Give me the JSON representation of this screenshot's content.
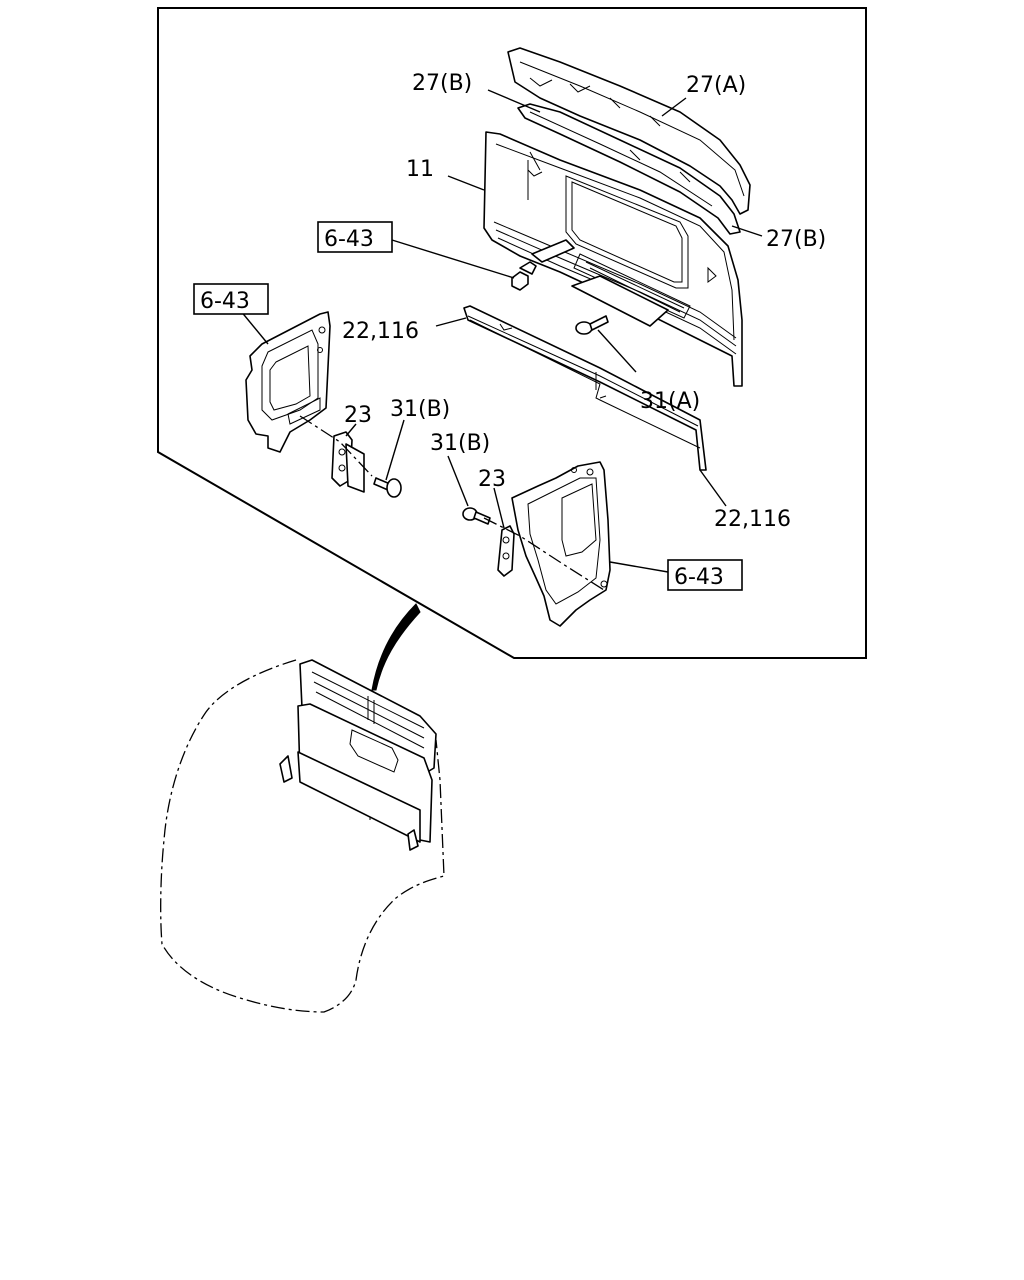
{
  "labels": {
    "part_27b_top": "27(B)",
    "part_27a": "27(A)",
    "part_11": "11",
    "part_27b_right": "27(B)",
    "ref_643_center": "6-43",
    "ref_643_left": "6-43",
    "part_22_116_top": "22,116",
    "part_23_left": "23",
    "part_31b_left": "31(B)",
    "part_31a": "31(A)",
    "part_31b_mid": "31(B)",
    "part_23_right": "23",
    "part_22_116_bottom": "22,116",
    "ref_643_right": "6-43"
  }
}
